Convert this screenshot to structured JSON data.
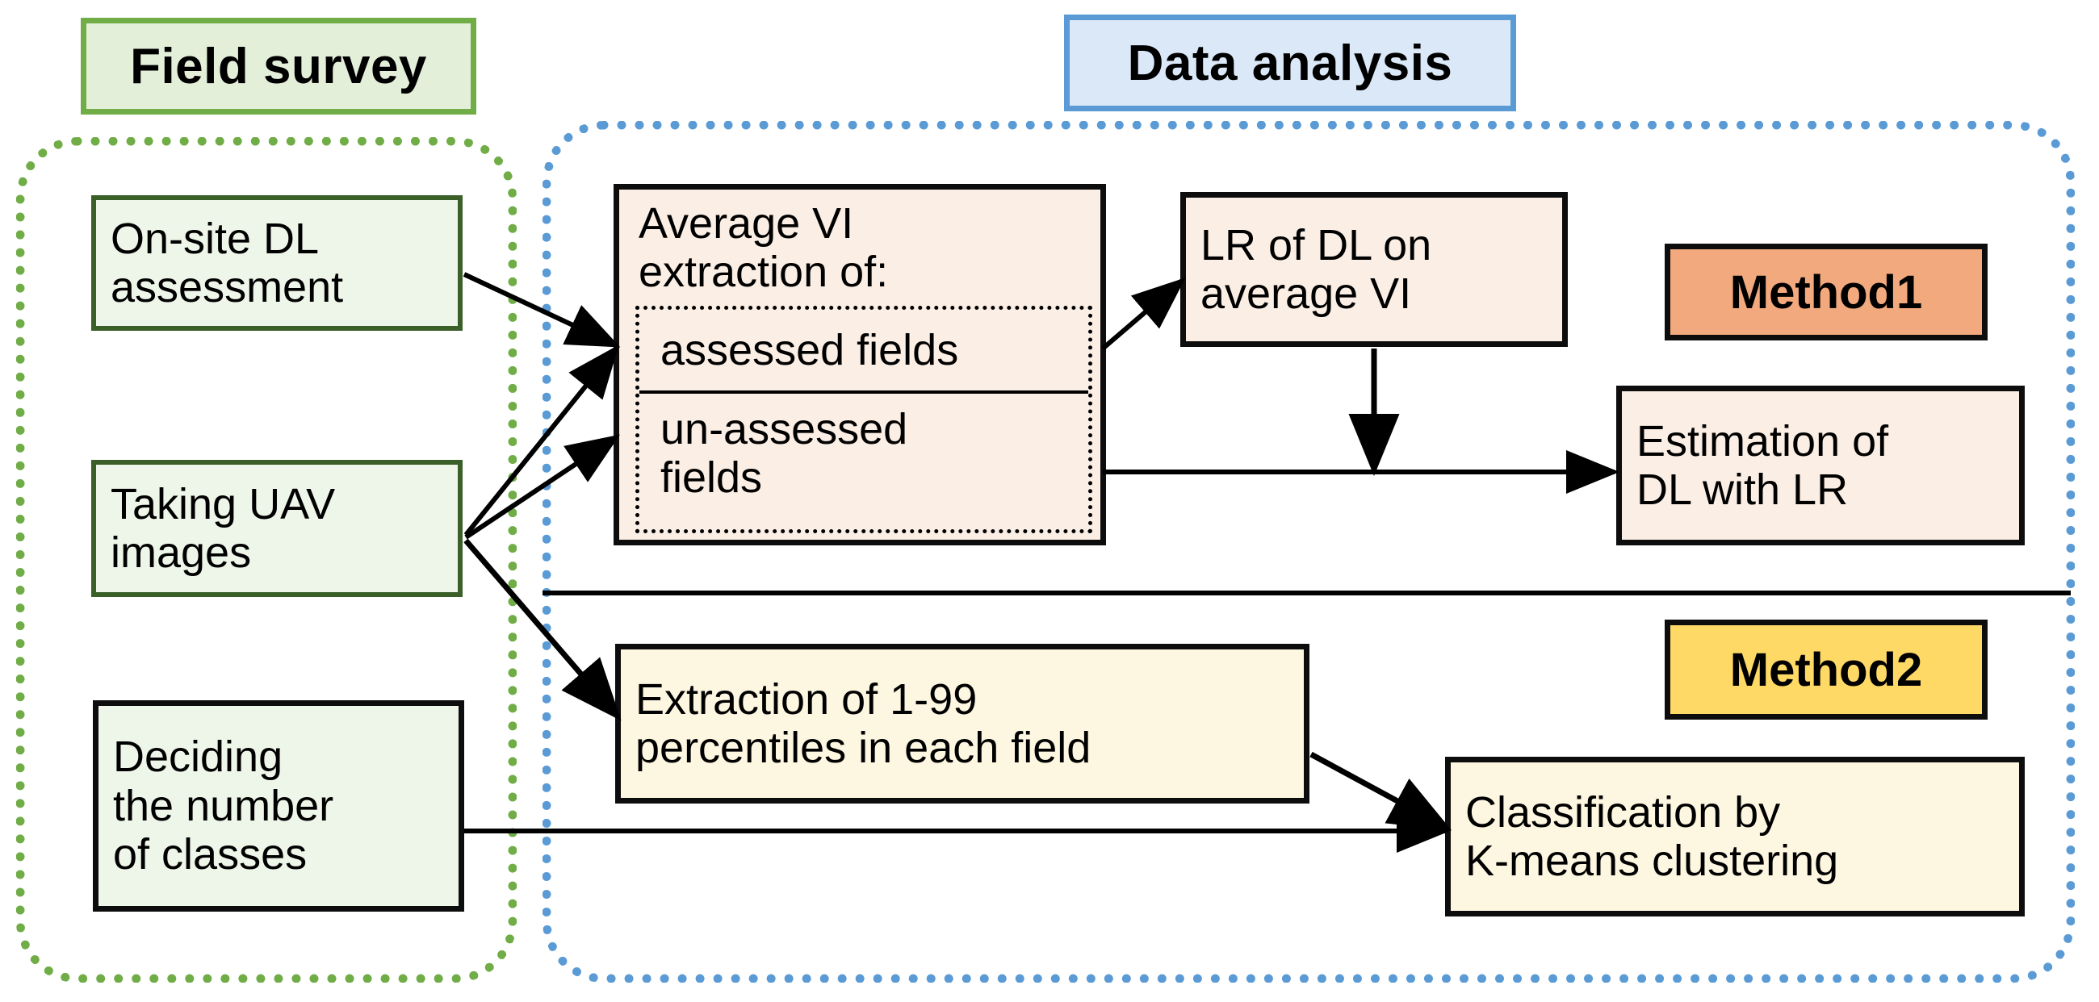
{
  "groups": {
    "field_survey": {
      "header": "Field survey",
      "header_border_color": "#70ad47",
      "header_fill_color": "#e4efda",
      "container_border_color": "#70ad47"
    },
    "data_analysis": {
      "header": "Data analysis",
      "header_border_color": "#5b9bd5",
      "header_fill_color": "#dbe8f7",
      "container_border_color": "#5b9bd5"
    }
  },
  "field_survey_nodes": [
    {
      "id": "on-site-dl-assessment",
      "label": "On-site DL\nassessment"
    },
    {
      "id": "taking-uav-images",
      "label": "Taking UAV\nimages"
    },
    {
      "id": "deciding-number-of-classes",
      "label": "Deciding\nthe number\nof classes"
    }
  ],
  "data_analysis_nodes": {
    "average_vi": {
      "title": "Average VI\nextraction of:",
      "rows": [
        {
          "id": "assessed-fields",
          "label": "assessed fields"
        },
        {
          "id": "un-assessed-fields",
          "label": "un-assessed\nfields"
        }
      ]
    },
    "lr_of_dl": {
      "id": "lr-of-dl-on-average-vi",
      "label": "LR of DL on\naverage VI"
    },
    "estimation": {
      "id": "estimation-of-dl-with-lr",
      "label": "Estimation of\nDL with LR"
    },
    "percentiles": {
      "id": "extraction-of-percentiles",
      "label": "Extraction of 1-99\npercentiles in each field"
    },
    "classification": {
      "id": "classification-by-kmeans",
      "label": "Classification by\nK-means clustering"
    }
  },
  "badges": [
    {
      "id": "method1",
      "label": "Method1",
      "fill": "#f2a97e"
    },
    {
      "id": "method2",
      "label": "Method2",
      "fill": "#ffd966"
    }
  ],
  "palette": {
    "green_accent": "#70ad47",
    "blue_accent": "#5b9bd5",
    "green_node_fill": "#eef5e9",
    "green_node_border": "#3a5f28",
    "peach_node_fill": "#fbeee5",
    "cream_node_fill": "#fdf6e0",
    "node_border": "#0d0d0d",
    "method1_fill": "#f2a97e",
    "method2_fill": "#ffd966"
  }
}
